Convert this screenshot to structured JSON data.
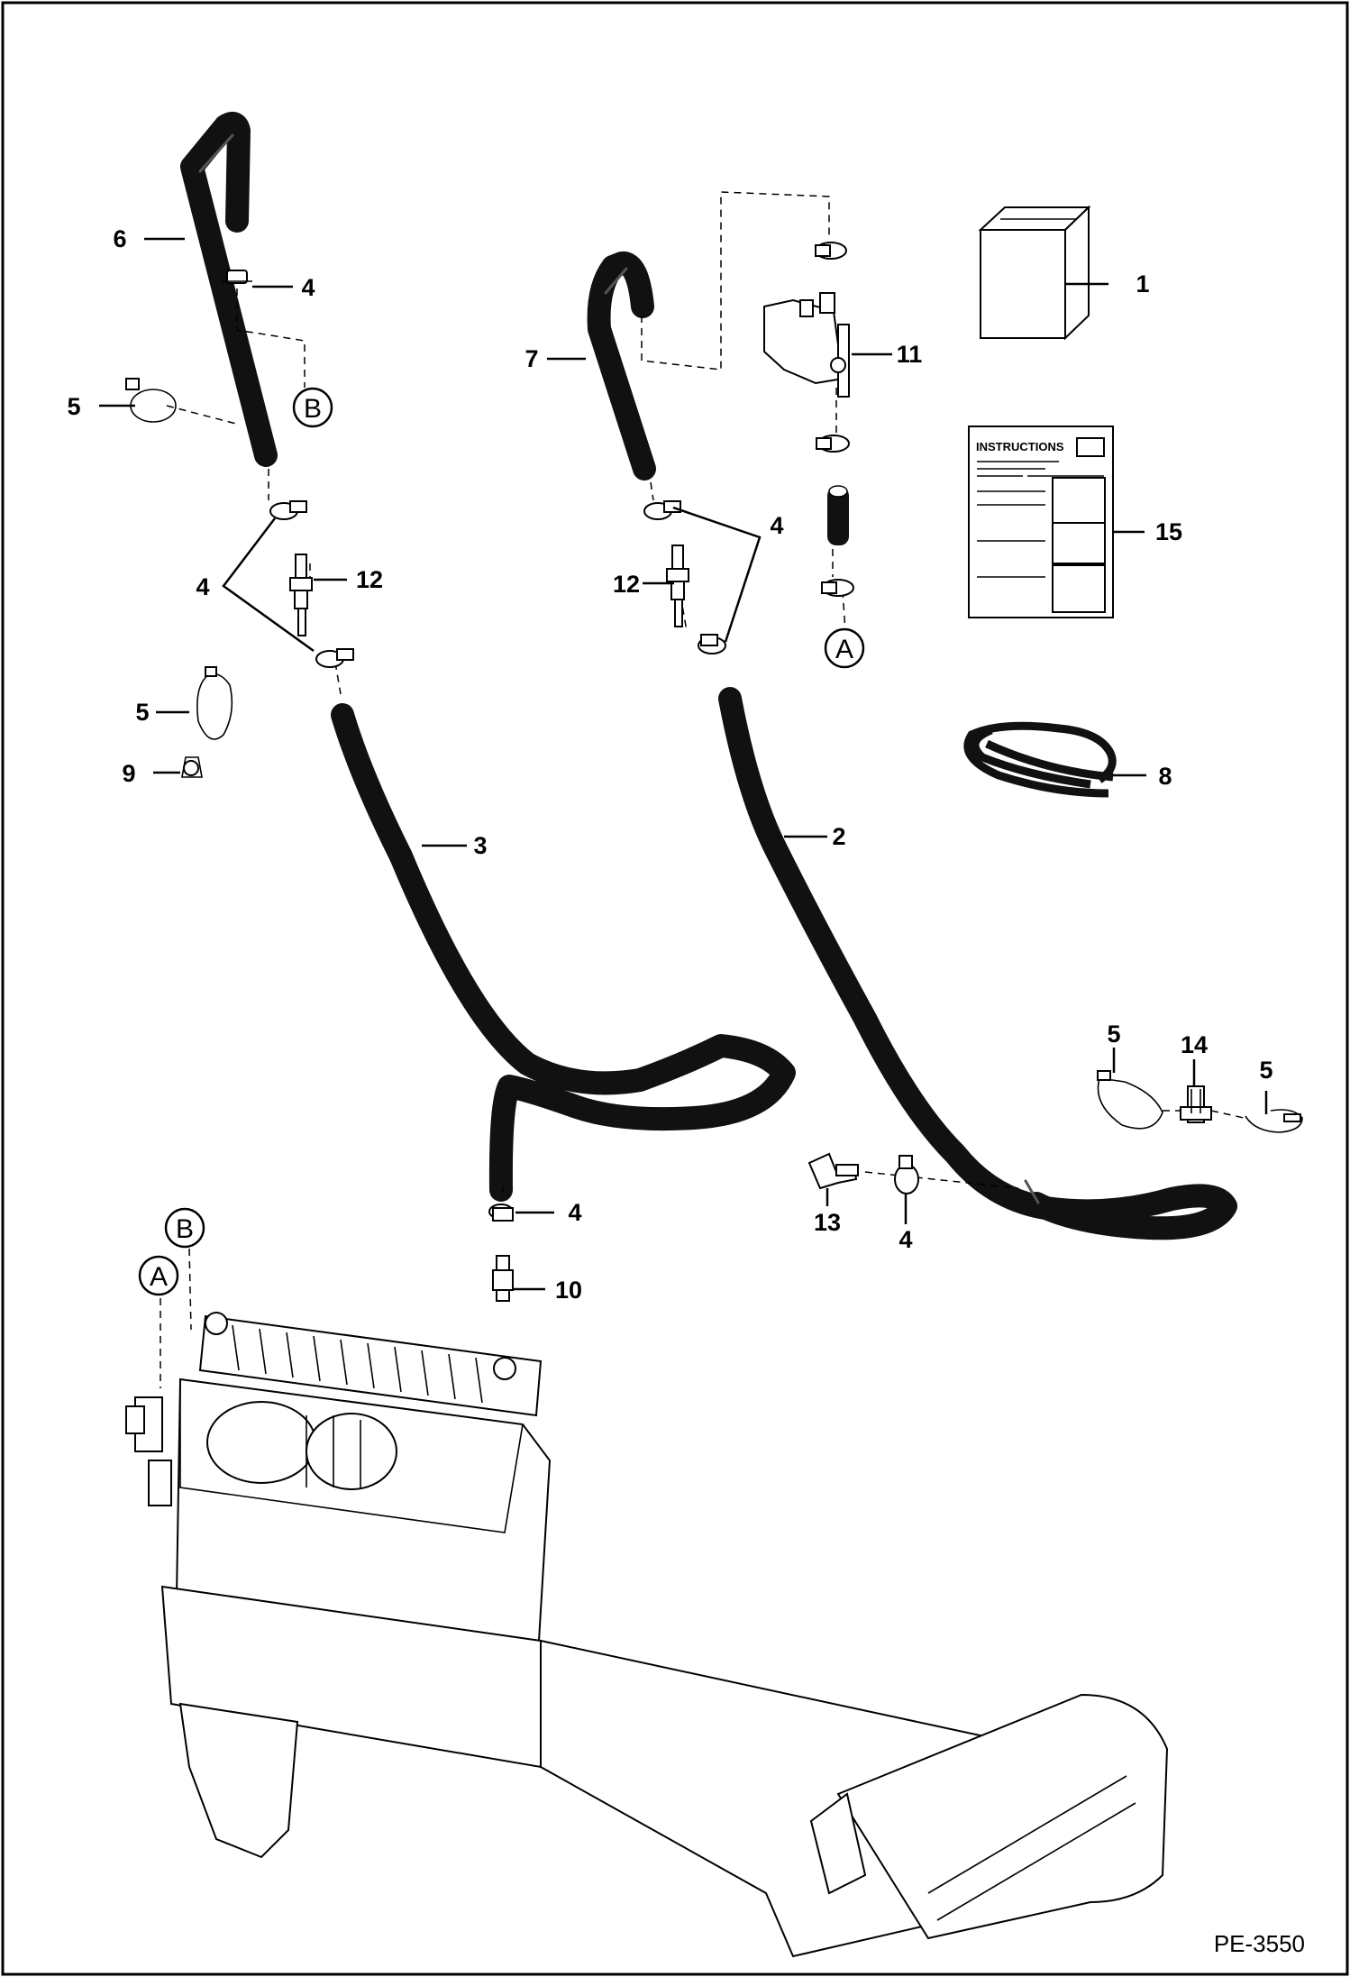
{
  "callouts": {
    "c1": "1",
    "c2": "2",
    "c3": "3",
    "c4a": "4",
    "c4b": "4",
    "c4c": "4",
    "c4d": "4",
    "c4e": "4",
    "c5a": "5",
    "c5b": "5",
    "c5c": "5",
    "c5d": "5",
    "c6": "6",
    "c7": "7",
    "c8": "8",
    "c9": "9",
    "c10": "10",
    "c11": "11",
    "c12a": "12",
    "c12b": "12",
    "c13": "13",
    "c14": "14",
    "c15": "15"
  },
  "connectors": {
    "a_top": "A",
    "b_top": "B",
    "a_heater": "A",
    "b_heater": "B"
  },
  "instructions_title": "INSTRUCTIONS",
  "drawing_id": "PE-3550"
}
